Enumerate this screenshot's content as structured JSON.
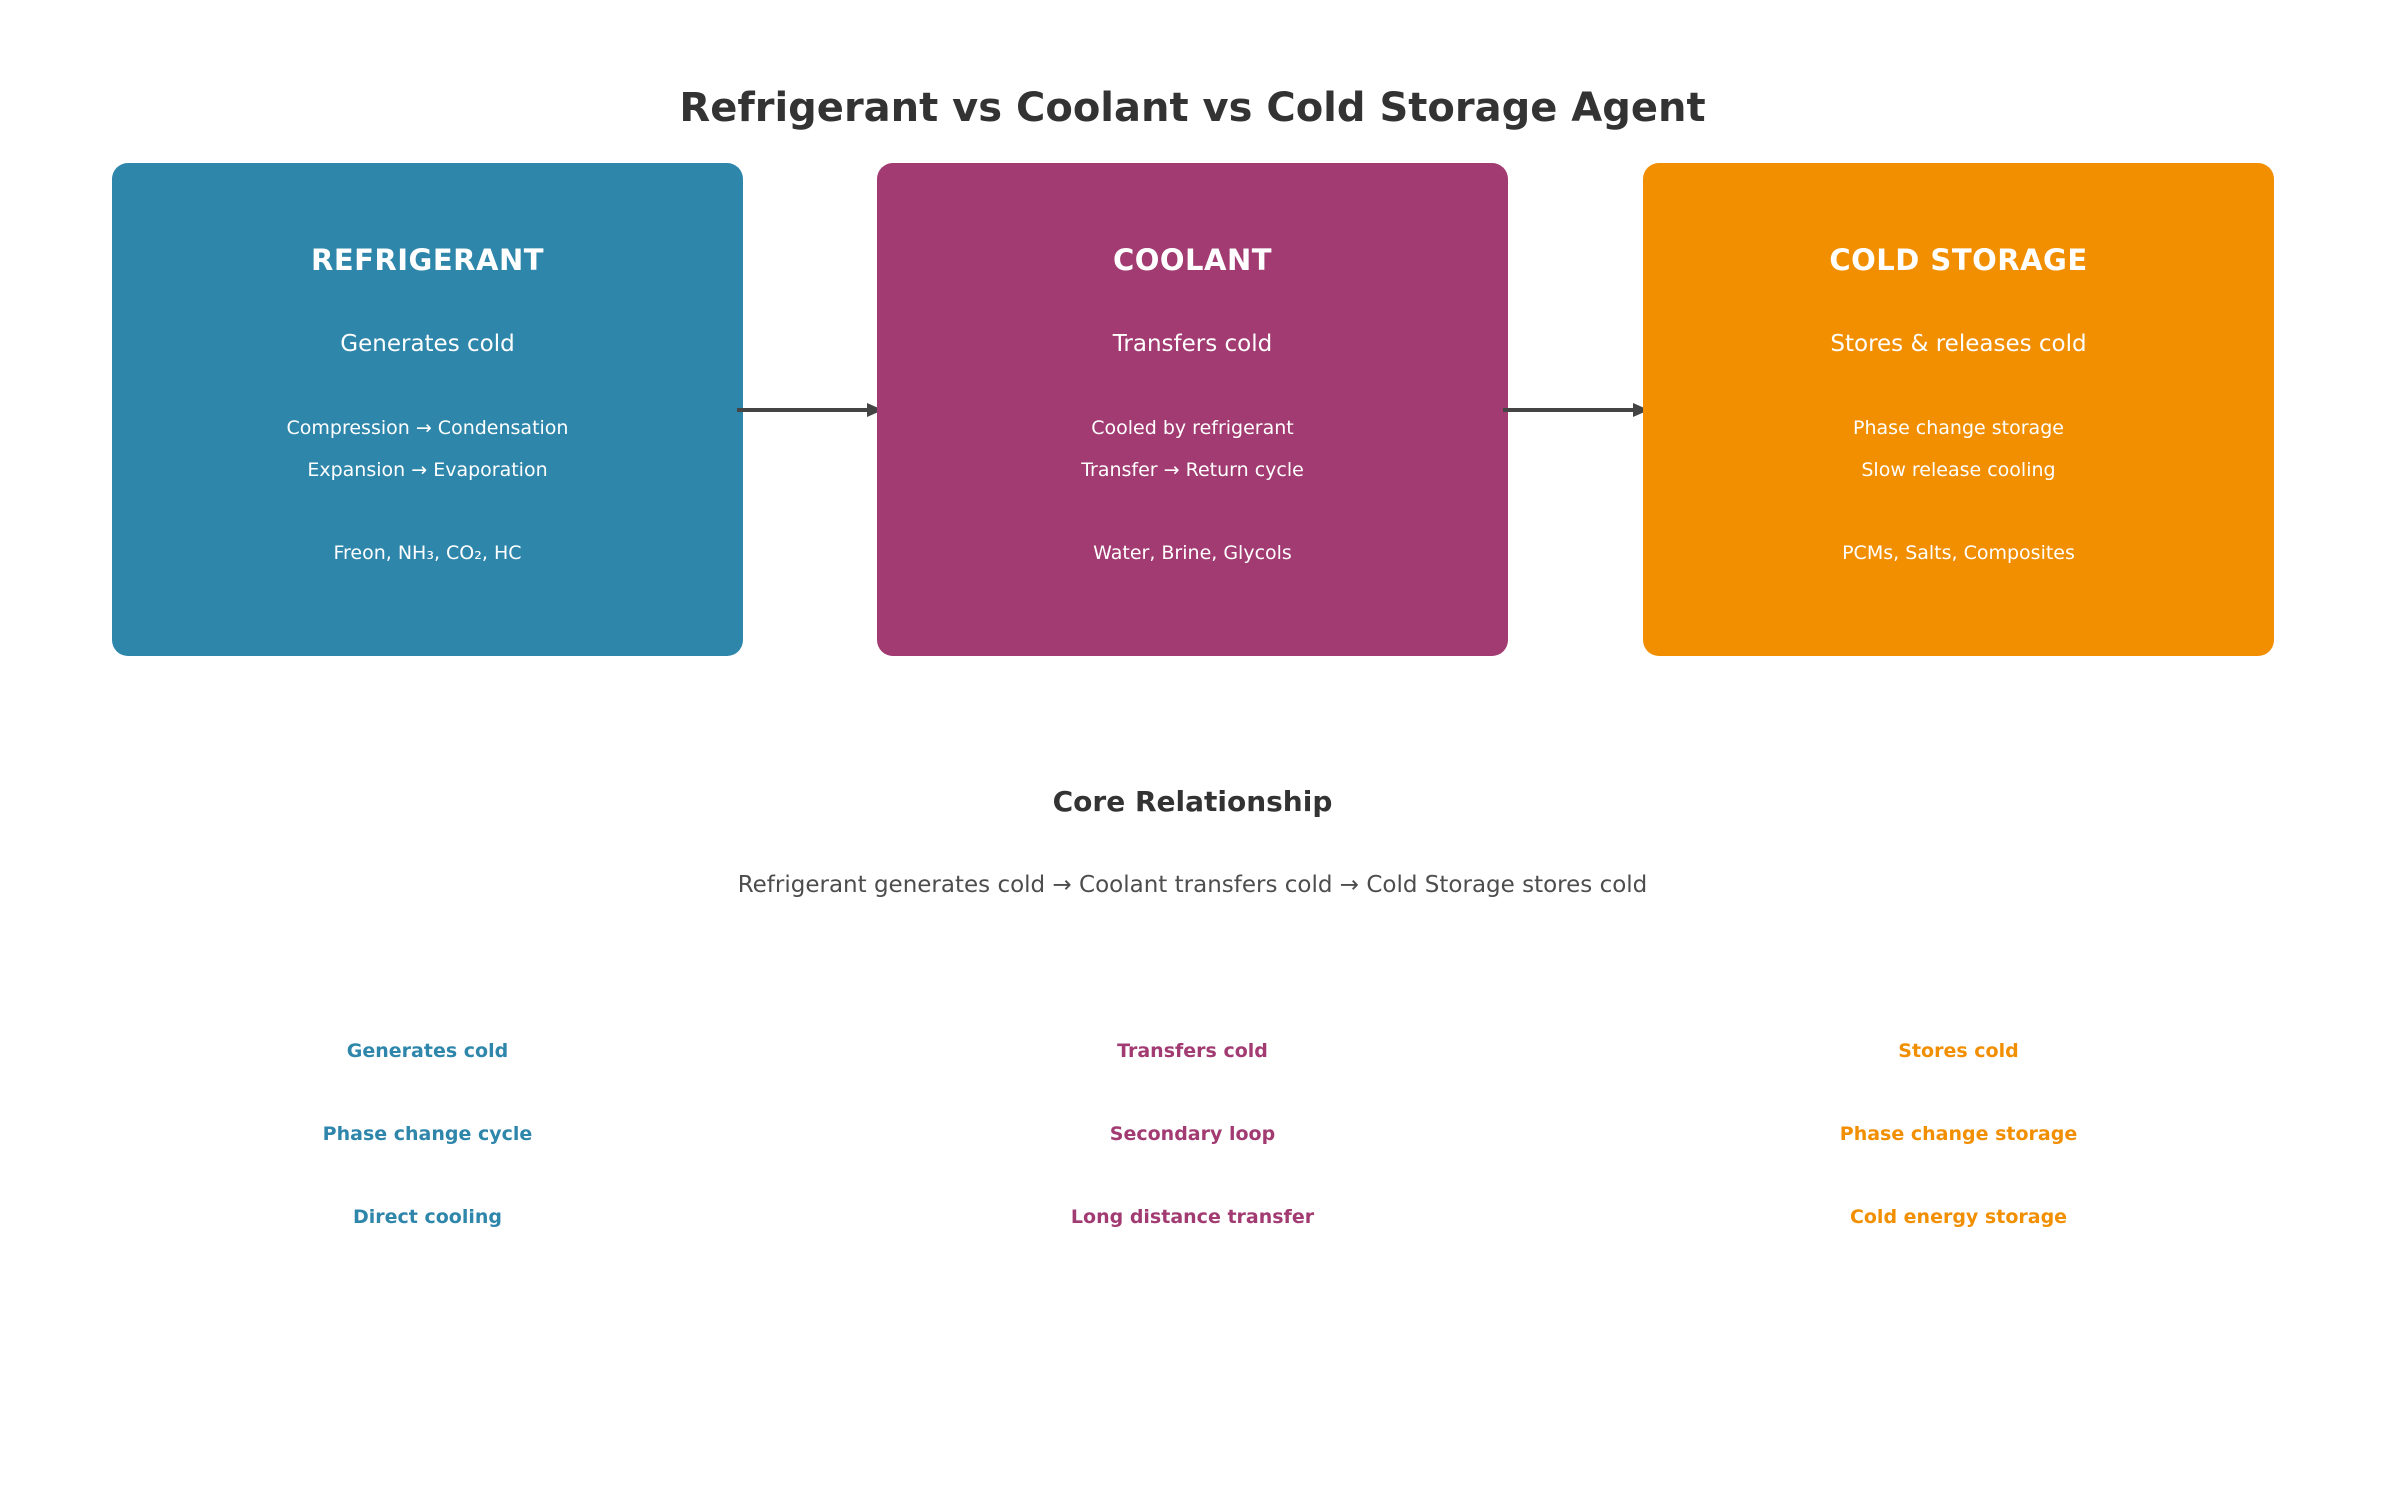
{
  "title": "Refrigerant vs Coolant vs Cold Storage Agent",
  "colors": {
    "refrigerant": "#2e86ab",
    "coolant": "#a23b72",
    "cold_storage": "#f18f01",
    "arrow": "#444444"
  },
  "boxes": [
    {
      "heading": "REFRIGERANT",
      "subtitle": "Generates cold",
      "details": [
        "Compression → Condensation",
        "Expansion → Evaporation",
        "Freon, NH₃, CO₂, HC"
      ]
    },
    {
      "heading": "COOLANT",
      "subtitle": "Transfers cold",
      "details": [
        "Cooled by refrigerant",
        "Transfer → Return cycle",
        "Water, Brine, Glycols"
      ]
    },
    {
      "heading": "COLD STORAGE",
      "subtitle": "Stores & releases cold",
      "details": [
        "Phase change storage",
        "Slow release cooling",
        "PCMs, Salts, Composites"
      ]
    }
  ],
  "core": {
    "title": "Core Relationship",
    "text": "Refrigerant generates cold → Coolant transfers cold → Cold Storage stores cold"
  },
  "columns": [
    {
      "items": [
        "Generates cold",
        "Phase change cycle",
        "Direct cooling"
      ]
    },
    {
      "items": [
        "Transfers cold",
        "Secondary loop",
        "Long distance transfer"
      ]
    },
    {
      "items": [
        "Stores cold",
        "Phase change storage",
        "Cold energy storage"
      ]
    }
  ]
}
